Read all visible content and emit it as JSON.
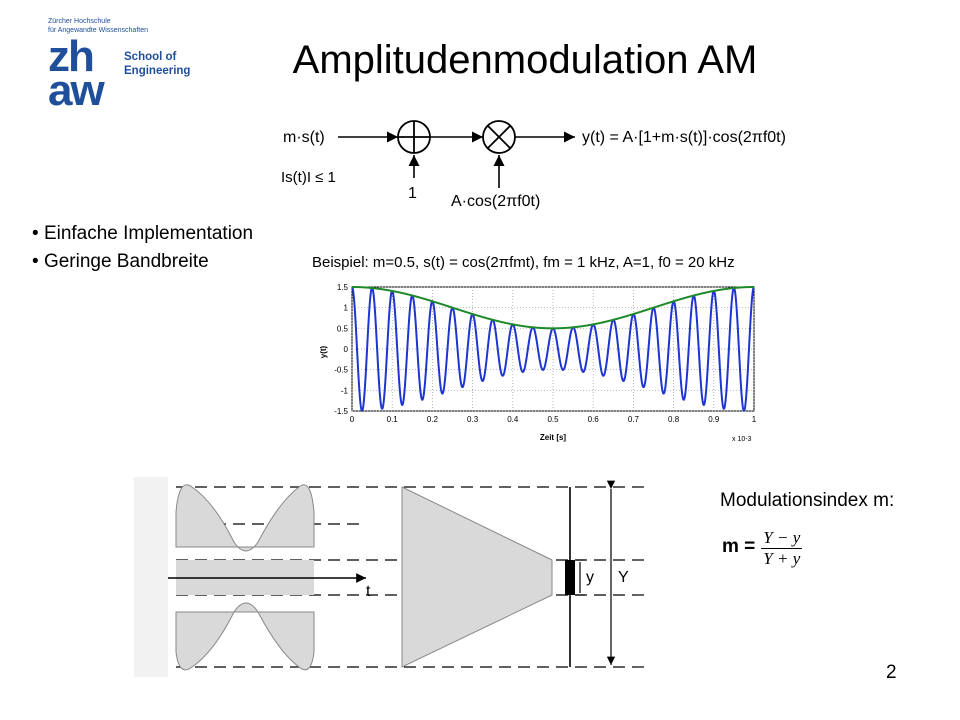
{
  "logo": {
    "org_lines": [
      "Zürcher Hochschule",
      "für Angewandte Wissenschaften"
    ],
    "mark": [
      "zh",
      "aw"
    ],
    "school": [
      "School of",
      "Engineering"
    ]
  },
  "title": "Amplitudenmodulation AM",
  "block_diagram": {
    "input": "m·s(t)",
    "constraint": "Is(t)I ≤ 1",
    "adder_input": "1",
    "carrier": "A·cos(2πf0t)",
    "output": "y(t) = A·[1+m·s(t)]·cos(2πf0t)"
  },
  "bullets": [
    "Einfache Implementation",
    "Geringe Bandbreite"
  ],
  "example": "Beispiel:  m=0.5, s(t) = cos(2πfmt), fm = 1 kHz, A=1, f0 = 20 kHz",
  "chart_data": {
    "type": "line",
    "xlabel": "Zeit [s]",
    "ylabel": "y(t)",
    "x_multiplier": "x 10-3",
    "xlim": [
      0,
      1
    ],
    "ylim": [
      -1.5,
      1.5
    ],
    "xticks": [
      "0",
      "0.1",
      "0.2",
      "0.3",
      "0.4",
      "0.5",
      "0.6",
      "0.7",
      "0.8",
      "0.9",
      "1"
    ],
    "yticks": [
      "1.5",
      "1",
      "0.5",
      "0",
      "-0.5",
      "-1",
      "-1.5"
    ],
    "grid": true,
    "series": [
      {
        "color": "#1f35d0",
        "expression": "A·[1+m·cos(2π·fm·t)]·cos(2π·f0·t)",
        "m": 0.5,
        "fm_khz": 1,
        "f0_khz": 20,
        "A": 1
      },
      {
        "color": "#1f8a2a",
        "expression": "A·[1+m·cos(2π·fm·t)]",
        "m": 0.5,
        "fm_khz": 1,
        "A": 1
      }
    ]
  },
  "trapezoid_diagram": {
    "t_label": "t",
    "y_label": "y",
    "Y_label": "Y"
  },
  "modulation_index_label": "Modulationsindex m:",
  "formula": {
    "lhs": "m",
    "numerator": "Y − y",
    "denominator": "Y + y"
  },
  "page_number": "2"
}
